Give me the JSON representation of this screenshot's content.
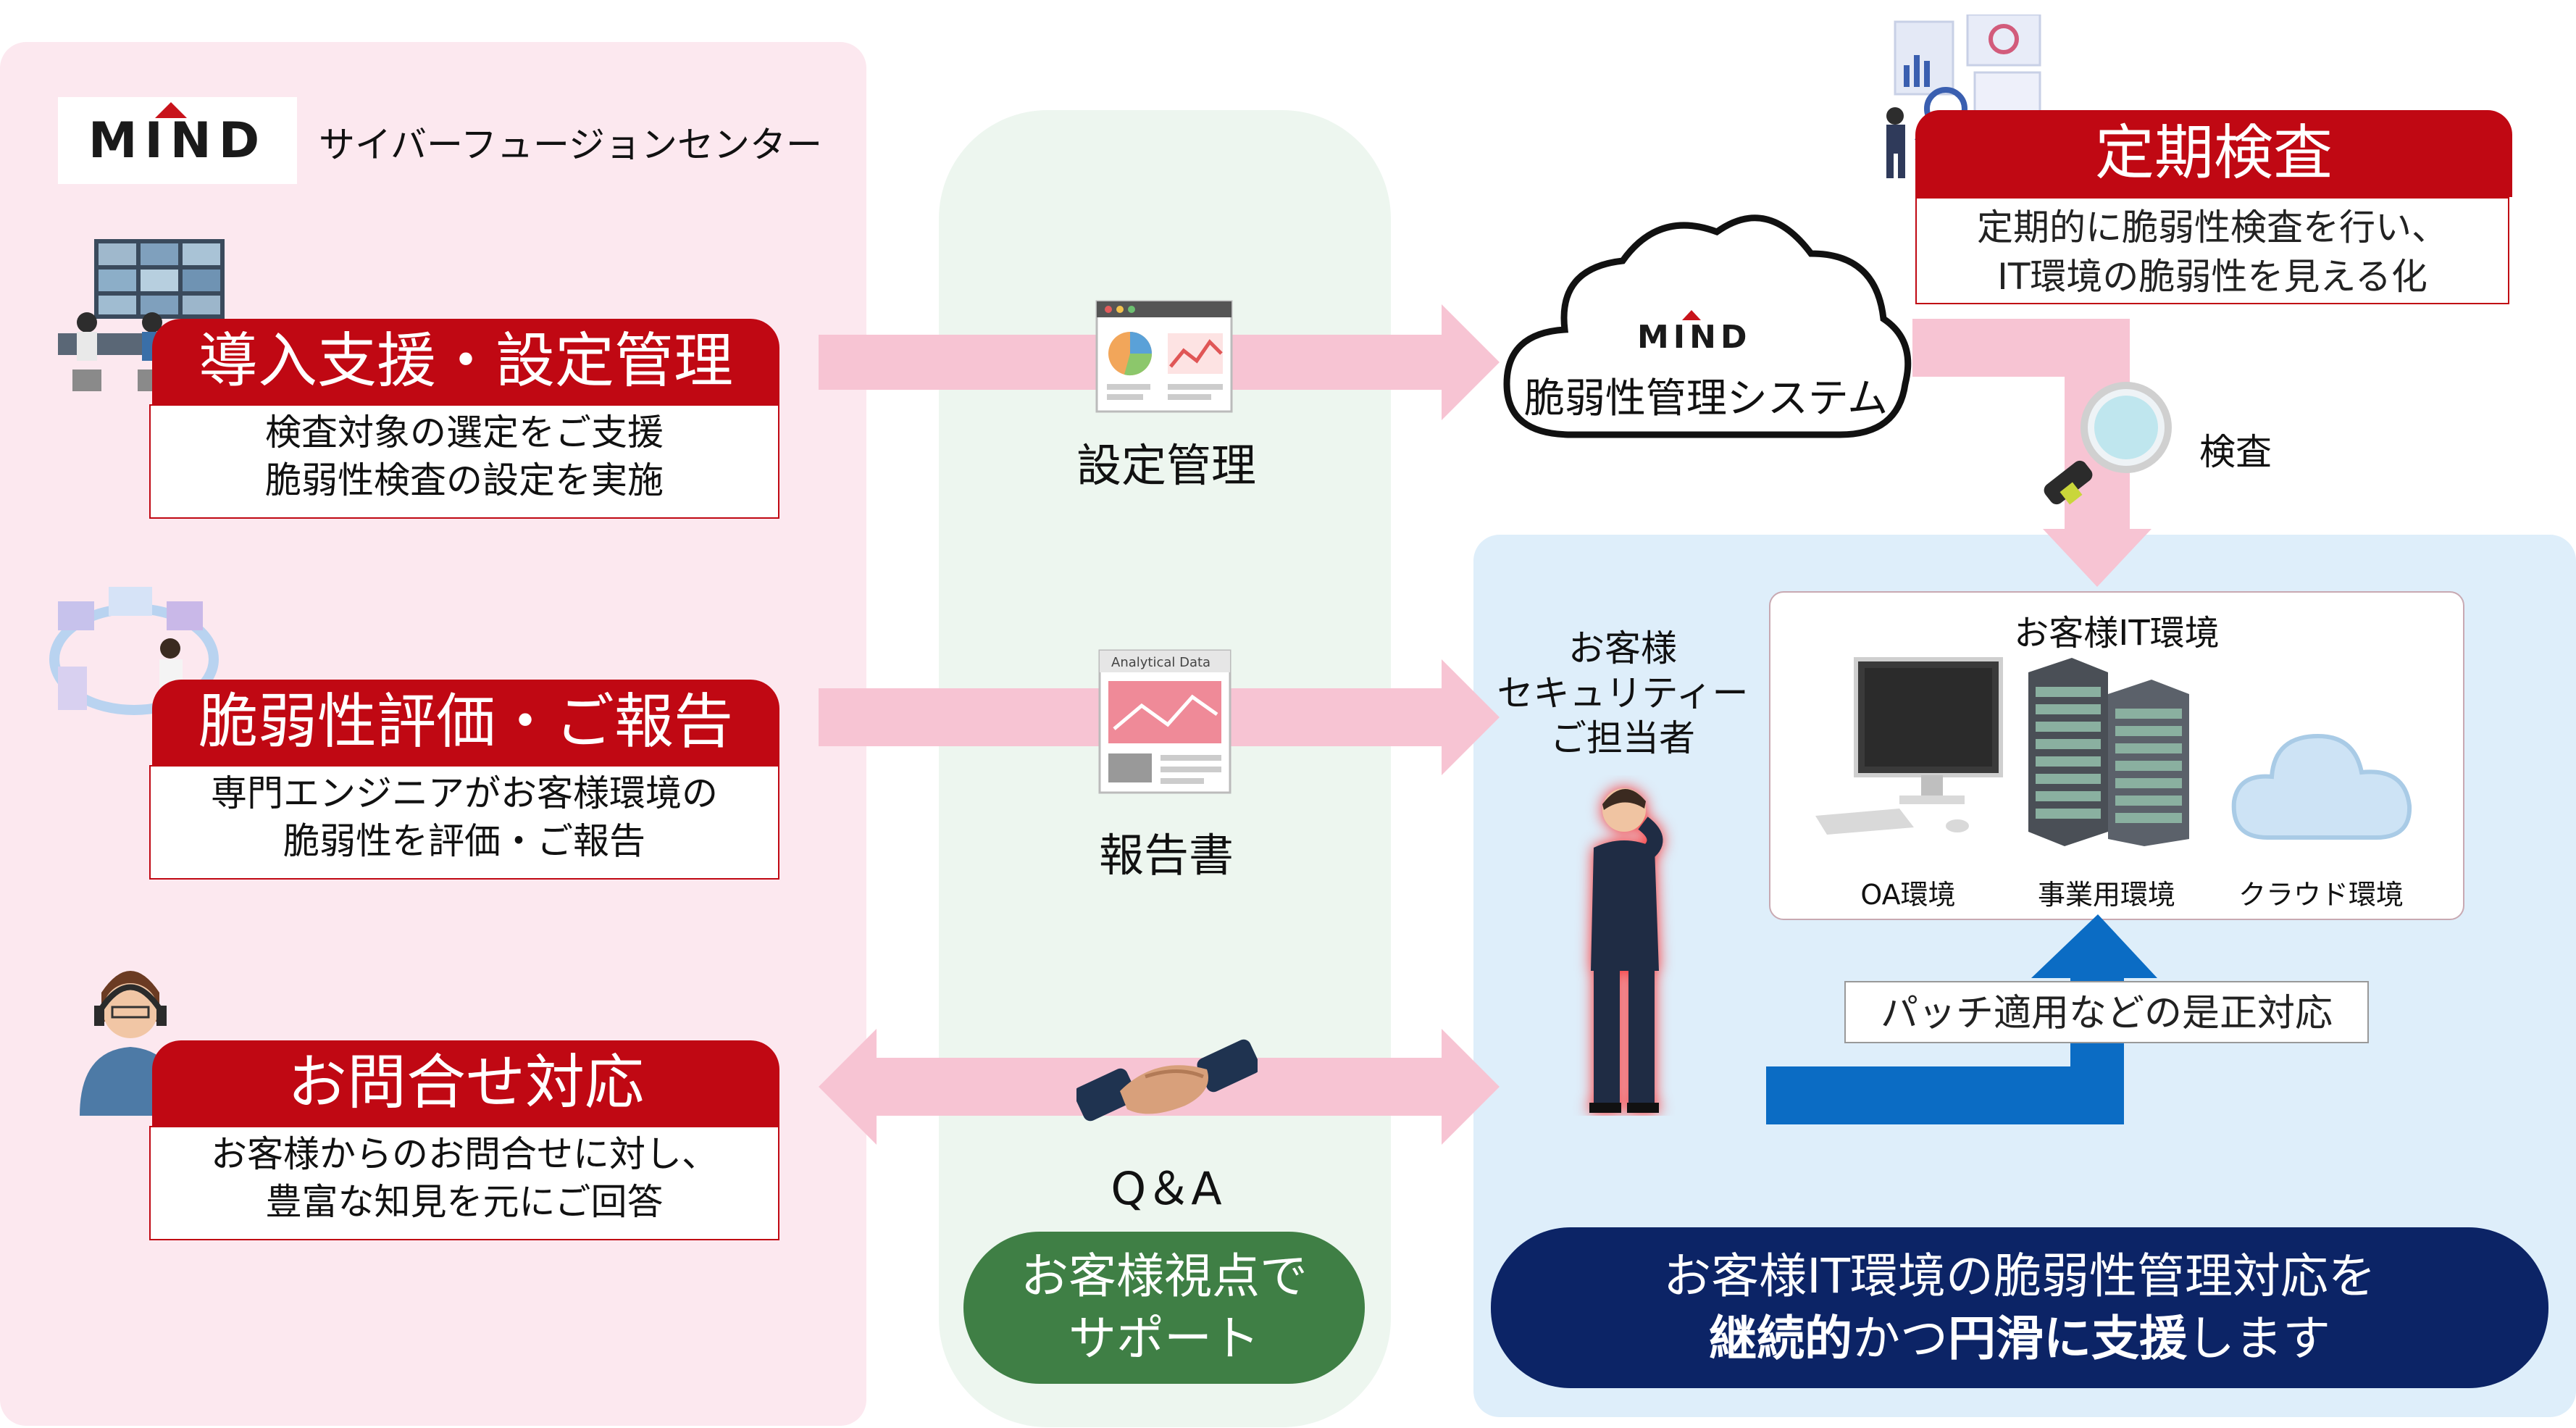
{
  "left_panel": {
    "logo": "MIND",
    "center_name": "サイバーフュージョンセンター",
    "services": [
      {
        "title": "導入支援・設定管理",
        "desc1": "検査対象の選定をご支援",
        "desc2": "脆弱性検査の設定を実施"
      },
      {
        "title": "脆弱性評価・ご報告",
        "desc1": "専門エンジニアがお客様環境の",
        "desc2": "脆弱性を評価・ご報告"
      },
      {
        "title": "お問合せ対応",
        "desc1": "お客様からのお問合せに対し、",
        "desc2": "豊富な知見を元にご回答"
      }
    ]
  },
  "middle": {
    "items": [
      {
        "label": "設定管理",
        "icon": "dashboard-icon"
      },
      {
        "label": "報告書",
        "icon": "report-icon",
        "report_caption": "Analytical Data"
      },
      {
        "label": "Q＆A",
        "icon": "handshake-icon"
      }
    ],
    "pill_line1": "お客様視点で",
    "pill_line2": "サポート"
  },
  "right": {
    "cloud_logo": "MIND",
    "cloud_title": "脆弱性管理システム",
    "periodic_title": "定期検査",
    "periodic_desc1": "定期的に脆弱性検査を行い、",
    "periodic_desc2": "IT環境の脆弱性を見える化",
    "inspection_label": "検査",
    "person_line1": "お客様",
    "person_line2": "セキュリティー",
    "person_line3": "ご担当者",
    "env_title": "お客様IT環境",
    "env_items": [
      "OA環境",
      "事業用環境",
      "クラウド環境"
    ],
    "patch_label": "パッチ適用などの是正対応",
    "pill_line1": "お客様IT環境の脆弱性管理対応を",
    "pill_bold1": "継続的",
    "pill_normal1": "かつ",
    "pill_bold2": "円滑に支援",
    "pill_normal2": "します"
  },
  "colors": {
    "red": "#c00813",
    "pink_arrow": "#f7c4d3",
    "green": "#3f7f45",
    "navy": "#0c2466",
    "blue_arrow": "#0b6cc4"
  }
}
